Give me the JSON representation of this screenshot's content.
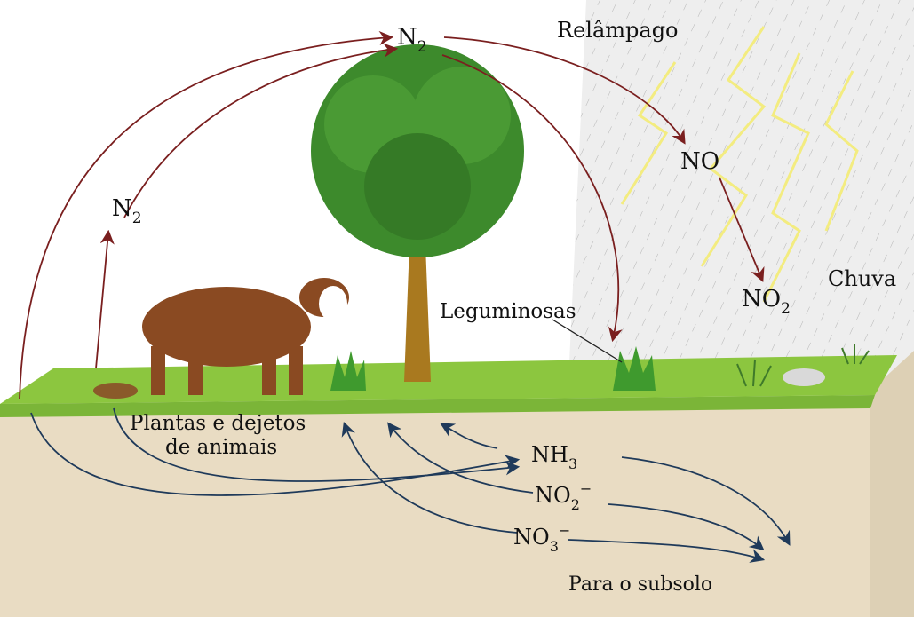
{
  "labels": {
    "n2_top": "N",
    "n2_top_sub": "2",
    "n2_left": "N",
    "n2_left_sub": "2",
    "relampago": "Relâmpago",
    "no": "NO",
    "no2": "NO",
    "no2_sub": "2",
    "chuva": "Chuva",
    "leguminosas": "Leguminosas",
    "plantas_line1": "Plantas e dejetos",
    "plantas_line2": "de animais",
    "nh3": "NH",
    "nh3_sub": "3",
    "no2_ion": "NO",
    "no2_ion_sub": "2",
    "no2_ion_sup": "−",
    "no3_ion": "NO",
    "no3_ion_sub": "3",
    "no3_ion_sup": "−",
    "subsolo": "Para o subsolo"
  },
  "colors": {
    "sky_left": "#ffffff",
    "rain_area": "#eeeeee",
    "grass": "#8cc63f",
    "grass_dark": "#5f9e2c",
    "soil": "#e9dcc3",
    "soil_side": "#ddd0b5",
    "trunk": "#a9791f",
    "foliage": "#3d8a2c",
    "cow": "#8a4a22",
    "lightning": "#f3ec80",
    "arrow_atmosphere": "#7a1f1f",
    "arrow_soil": "#1f3a5a"
  }
}
